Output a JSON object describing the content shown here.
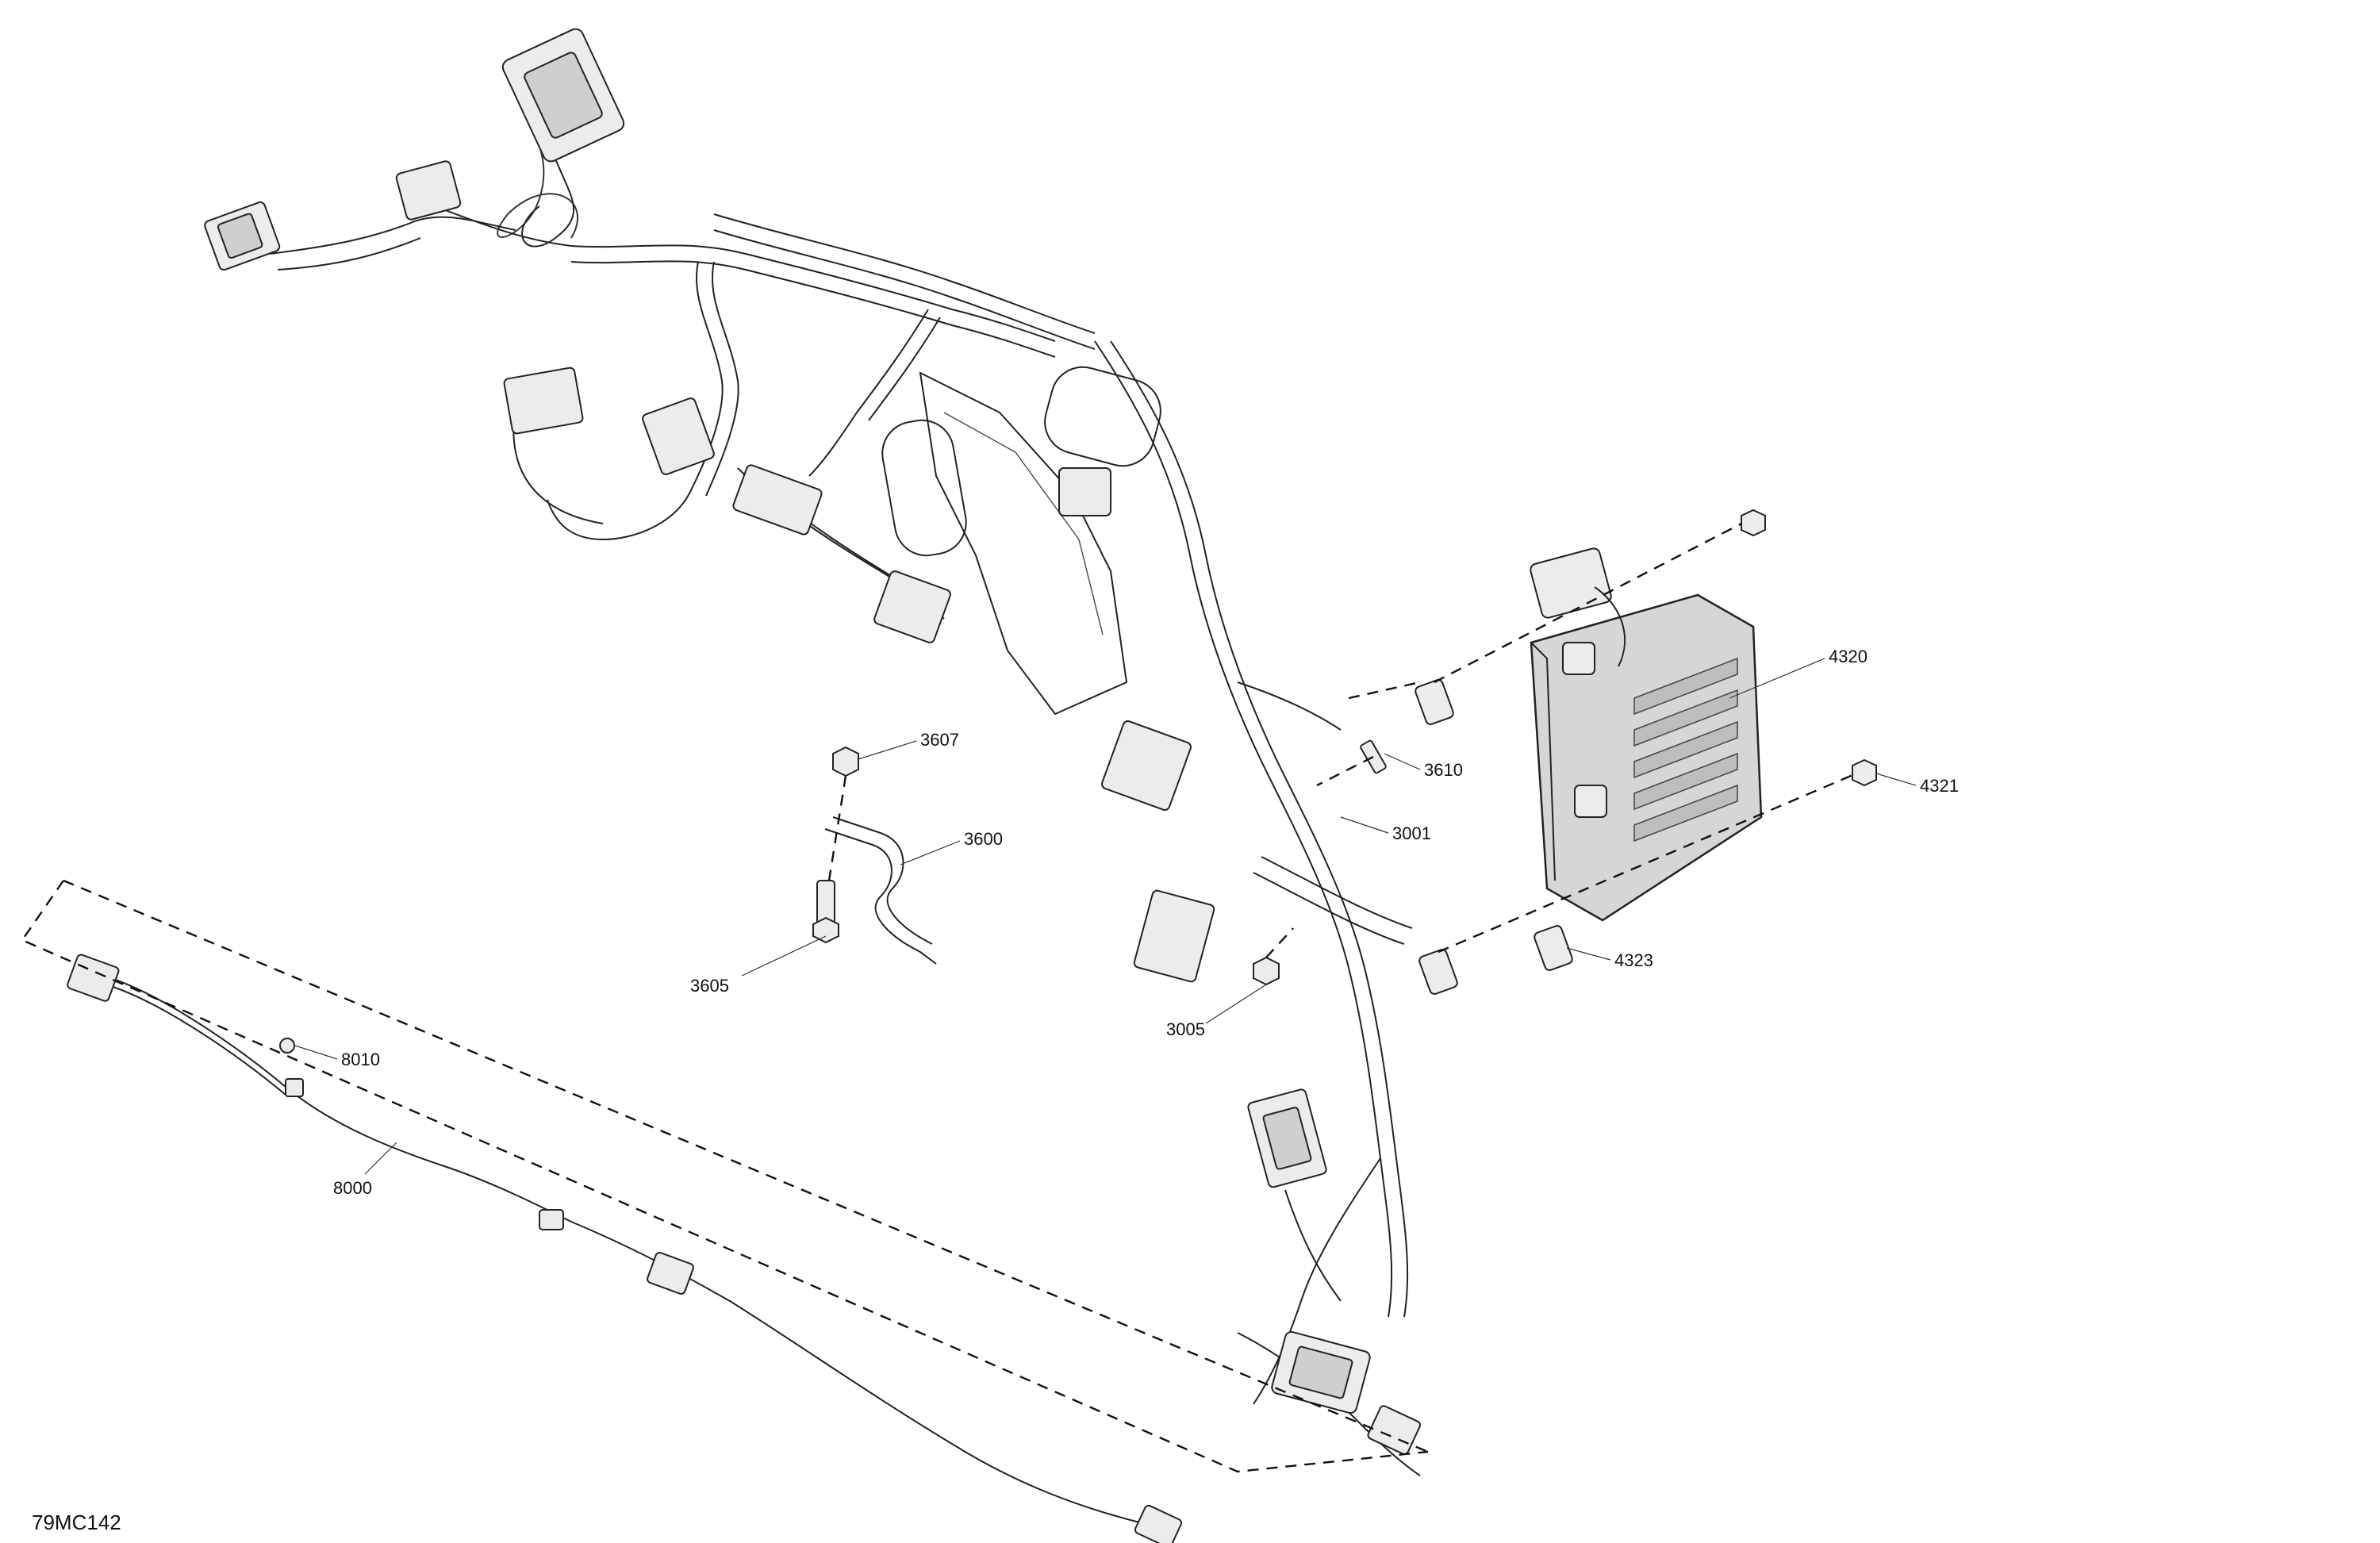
{
  "drawing": {
    "reference_code": "79MC142"
  },
  "callouts": [
    {
      "id": "c4320",
      "label": "4320"
    },
    {
      "id": "c4321",
      "label": "4321"
    },
    {
      "id": "c4323",
      "label": "4323"
    },
    {
      "id": "c3607",
      "label": "3607"
    },
    {
      "id": "c3610",
      "label": "3610"
    },
    {
      "id": "c3600",
      "label": "3600"
    },
    {
      "id": "c3001",
      "label": "3001"
    },
    {
      "id": "c3605",
      "label": "3605"
    },
    {
      "id": "c3005",
      "label": "3005"
    },
    {
      "id": "c8010",
      "label": "8010"
    },
    {
      "id": "c8000",
      "label": "8000"
    }
  ]
}
